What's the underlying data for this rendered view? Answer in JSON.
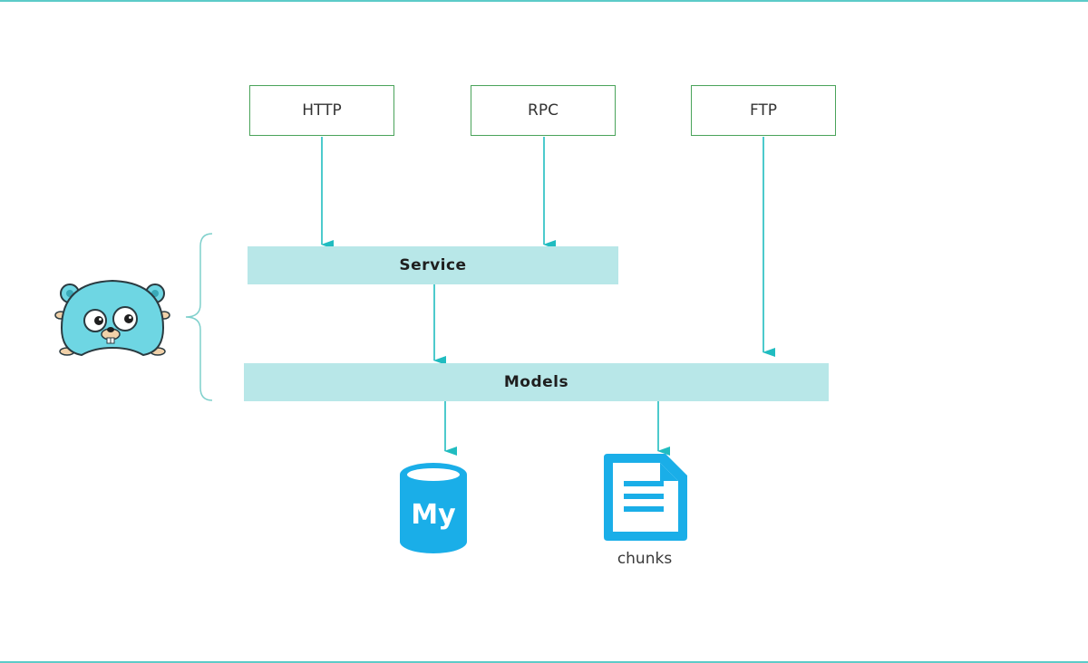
{
  "protocols": [
    {
      "label": "HTTP"
    },
    {
      "label": "RPC"
    },
    {
      "label": "FTP"
    }
  ],
  "layers": {
    "service": "Service",
    "models": "Models"
  },
  "storage": {
    "mysql_icon_text": "My",
    "chunks_label": "chunks"
  },
  "colors": {
    "accent": "#20bcc0",
    "box_border": "#4aa35a",
    "layer_fill": "#b8e7e8",
    "gopher": "#6ed6e3",
    "storage_icon": "#1aaee8"
  },
  "icons": {
    "mascot": "go-gopher-icon",
    "database": "mysql-database-icon",
    "file": "document-file-icon"
  }
}
